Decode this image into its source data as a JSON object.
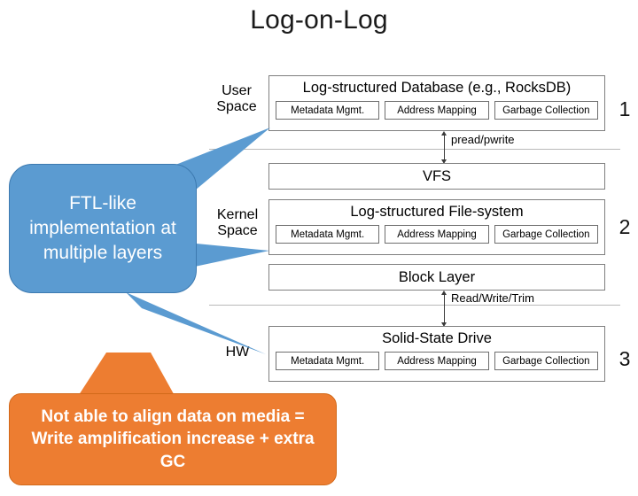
{
  "page": {
    "title": "Log-on-Log",
    "background_color": "#ffffff"
  },
  "colors": {
    "blue_callout": "#5b9bd1",
    "orange_callout": "#ed7d31",
    "box_border": "#7f7f7f",
    "separator": "#b9b9b9",
    "text": "#000000"
  },
  "space_labels": {
    "user": "User\nSpace",
    "user_line1": "User",
    "user_line2": "Space",
    "kernel_line1": "Kernel",
    "kernel_line2": "Space",
    "hw": "HW"
  },
  "indices": {
    "one": "1",
    "two": "2",
    "three": "3"
  },
  "sub_components": {
    "metadata": "Metadata Mgmt.",
    "address": "Address Mapping",
    "gc": "Garbage Collection"
  },
  "layers": [
    {
      "id": "log-structured-database",
      "title": "Log-structured Database (e.g., RocksDB)",
      "sub_boxes": [
        "Metadata Mgmt.",
        "Address Mapping",
        "Garbage Collection"
      ]
    },
    {
      "id": "vfs",
      "title": "VFS",
      "sub_boxes": []
    },
    {
      "id": "log-structured-file-system",
      "title": "Log-structured File-system",
      "sub_boxes": [
        "Metadata Mgmt.",
        "Address Mapping",
        "Garbage Collection"
      ]
    },
    {
      "id": "block-layer",
      "title": "Block Layer",
      "sub_boxes": []
    },
    {
      "id": "solid-state-drive",
      "title": "Solid-State Drive",
      "sub_boxes": [
        "Metadata Mgmt.",
        "Address Mapping",
        "Garbage Collection"
      ]
    }
  ],
  "arrows": [
    {
      "id": "pread-pwrite",
      "label": "pread/pwrite"
    },
    {
      "id": "read-write-trim",
      "label": "Read/Write/Trim"
    }
  ],
  "callouts": {
    "blue": {
      "text": "FTL-like implementation at multiple layers",
      "color": "#5b9bd1"
    },
    "orange": {
      "text": "Not able to align data on media = Write amplification increase + extra GC",
      "color": "#ed7d31"
    }
  }
}
